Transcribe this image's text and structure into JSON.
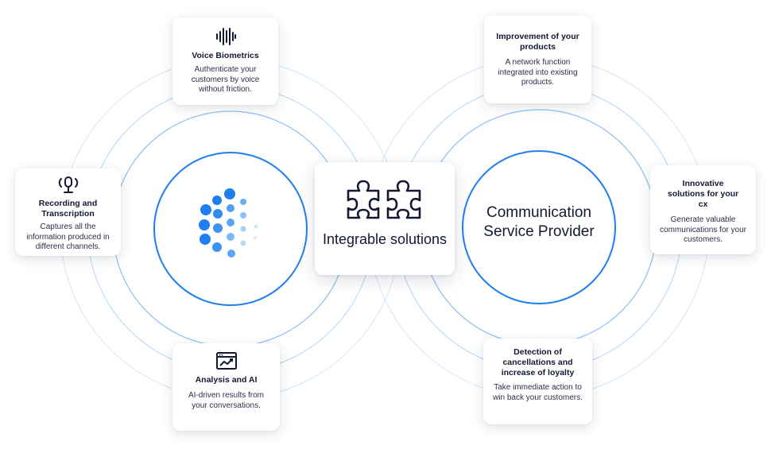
{
  "center": {
    "label": "Integrable solutions"
  },
  "right_hub": {
    "label": "Communication Service Provider"
  },
  "cards": {
    "voice_biometrics": {
      "title": "Voice Biometrics",
      "desc": "Authenticate your customers by voice without friction."
    },
    "recording": {
      "title": "Recording and Transcription",
      "desc": "Captures all the information produced in different channels."
    },
    "analysis": {
      "title": "Analysis and AI",
      "desc": "AI-driven results from your conversations."
    },
    "improvement": {
      "title": "Improvement of your products",
      "desc": "A network function integrated into existing products."
    },
    "innovative": {
      "title": "Innovative solutions for your cx",
      "desc": "Generate valuable communications for your customers."
    },
    "detection": {
      "title": "Detection of cancellations and increase of loyalty",
      "desc": "Take immediate action to win back your customers."
    }
  },
  "colors": {
    "accent": "#1f7ef0",
    "ring": "#9cc7f4",
    "ring_light": "#cfe3fa",
    "text": "#141833"
  },
  "icons": [
    "sound-wave-icon",
    "microphone-icon",
    "analytics-window-icon",
    "puzzle-pieces-icon",
    "dot-logo-icon"
  ]
}
